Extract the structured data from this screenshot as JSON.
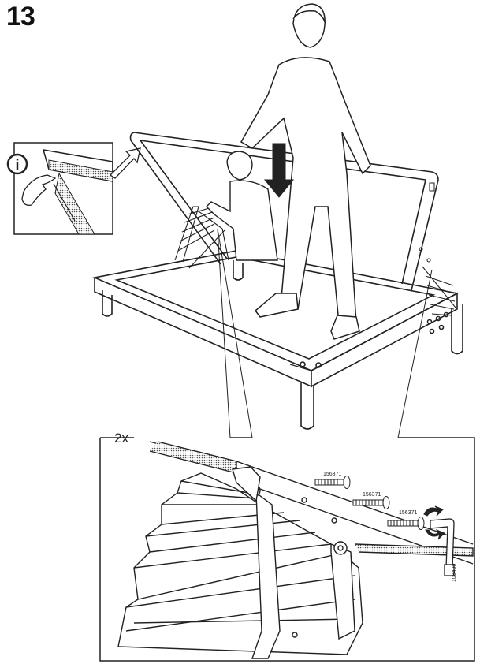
{
  "step": {
    "number": "13"
  },
  "info_callout": {
    "icon": "info-icon",
    "symbol": "i"
  },
  "detail": {
    "quantity": "2x",
    "screws": [
      {
        "part_number": "156371"
      },
      {
        "part_number": "156371"
      },
      {
        "part_number": "156371"
      }
    ],
    "tool_code": "108490"
  },
  "colors": {
    "line": "#222222",
    "paper": "#ffffff",
    "texture": "#888888"
  }
}
